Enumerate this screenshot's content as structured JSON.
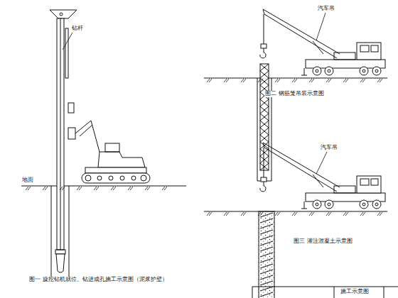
{
  "diagram": {
    "labels": [
      "钻杆",
      "地面",
      "图一 旋挖钻机就位、钻进成孔施工示意图（泥浆护壁）",
      "汽车吊",
      "图二 钢筋笼吊装示意图",
      "汽车吊",
      "图三 灌注混凝土示意图",
      "施工示意图"
    ]
  }
}
